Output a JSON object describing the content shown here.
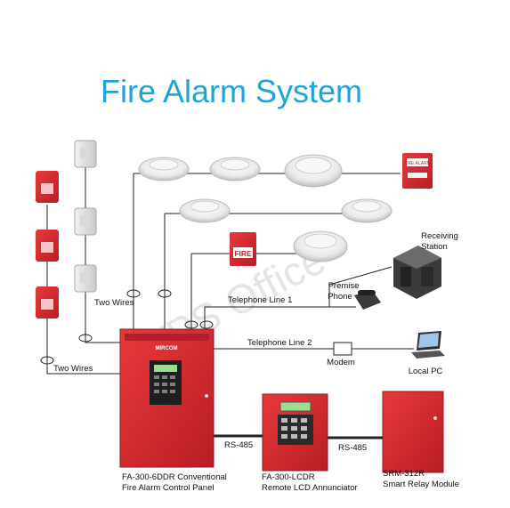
{
  "title": "Fire Alarm System",
  "watermark": "WPS Office",
  "labels": {
    "two_wires_top": "Two Wires",
    "two_wires_bottom": "Two Wires",
    "telephone_line_1": "Telephone Line 1",
    "telephone_line_2": "Telephone Line 2",
    "premise_phone": [
      "Premise",
      "Phone"
    ],
    "receiving_station": [
      "Receiving",
      "Station"
    ],
    "modem": "Modem",
    "local_pc": "Local PC",
    "rs485_left": "RS-485",
    "rs485_right": "RS-485",
    "pull_station_small": "FIRE",
    "pull_station_top": "FIRE ALARM",
    "panel_brand": "MIRCOM",
    "control_panel": [
      "FA-300-6DDR Conventional",
      "Fire Alarm Control Panel"
    ],
    "annunciator": [
      "FA-300-LCDR",
      "Remote LCD Annunciator"
    ],
    "relay_module": [
      "SRM-312R",
      "Smart Relay Module"
    ]
  },
  "colors": {
    "title": "#1ea4dc",
    "panel_red": "#d7282f",
    "wire": "#222222"
  }
}
